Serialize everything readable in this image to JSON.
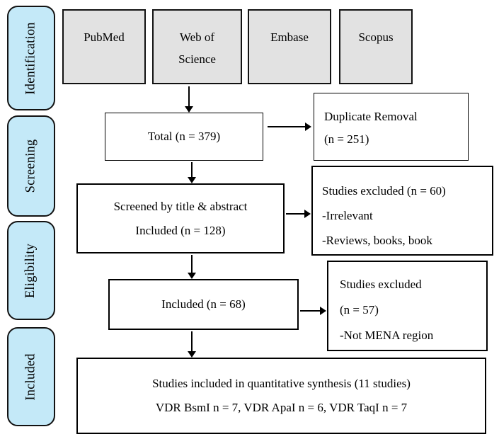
{
  "stages": [
    {
      "label": "Identification"
    },
    {
      "label": "Screening"
    },
    {
      "label": "Eligibility"
    },
    {
      "label": "Included"
    }
  ],
  "databases": [
    {
      "line1": "PubMed",
      "line2": ""
    },
    {
      "line1": "Web of",
      "line2": "Science"
    },
    {
      "line1": "Embase",
      "line2": ""
    },
    {
      "line1": "Scopus",
      "line2": ""
    }
  ],
  "boxes": {
    "total": {
      "line1": "Total (n = 379)"
    },
    "duplicate": {
      "line1": "Duplicate Removal",
      "line2": "(n = 251)"
    },
    "screened": {
      "line1": "Screened by title & abstract",
      "line2": "Included (n = 128)"
    },
    "excluded_screening": {
      "line1": "Studies excluded (n = 60)",
      "line2": "-Irrelevant",
      "line3": "-Reviews, books, book"
    },
    "eligible": {
      "line1": "Included (n = 68)"
    },
    "excluded_eligibility": {
      "line1": "Studies excluded",
      "line2": "(n = 57)",
      "line3": "-Not MENA region"
    },
    "final": {
      "line1": "Studies included in quantitative synthesis (11 studies)",
      "line2": "VDR BsmI n = 7, VDR ApaI n = 6, VDR TaqI n = 7"
    }
  },
  "colors": {
    "stage_fill": "#c4e9f8",
    "database_fill": "#e2e2e2",
    "box_fill": "#ffffff",
    "border": "#000000",
    "arrow": "#000000"
  }
}
